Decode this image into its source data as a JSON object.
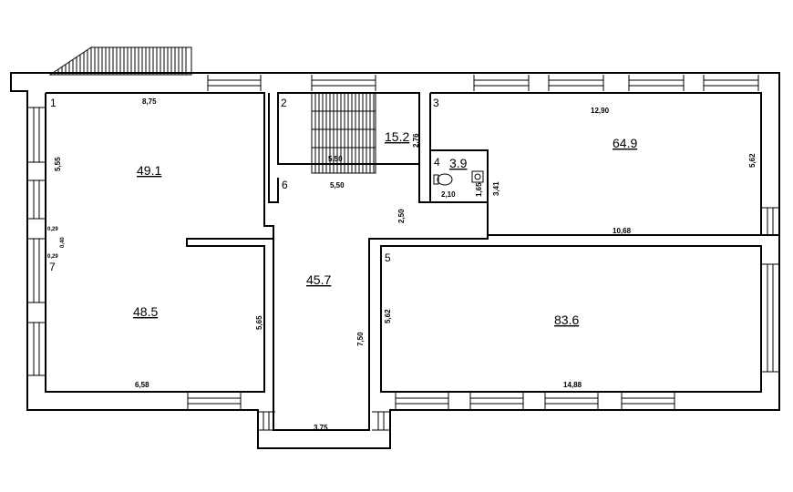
{
  "rooms": [
    {
      "number": "1",
      "area": "49.1"
    },
    {
      "number": "2",
      "area": "15.2"
    },
    {
      "number": "3",
      "area": "64.9"
    },
    {
      "number": "4",
      "area": "3.9"
    },
    {
      "number": "5",
      "area": "83.6"
    },
    {
      "number": "6",
      "area": "45.7"
    },
    {
      "number": "7",
      "area": "48.5"
    }
  ],
  "dimensions": {
    "r1_top": "8,75",
    "r1_left": "5,55",
    "r7_a": "0,29",
    "r7_b": "0,40",
    "r7_c": "0,29",
    "stairs": "5,50",
    "r2_side": "2,76",
    "r6_len": "5,50",
    "r3_top": "12,90",
    "r3_right": "5,62",
    "r3_bottom": "10,68",
    "r4_w": "2,10",
    "r4_h": "1,65",
    "r4_side": "3,41",
    "corr_w": "2,50",
    "r7_right": "5,65",
    "corr_len": "7,50",
    "r5_left": "5,62",
    "r7_bottom": "6,58",
    "bay": "3,75",
    "r5_bottom": "14,88"
  }
}
